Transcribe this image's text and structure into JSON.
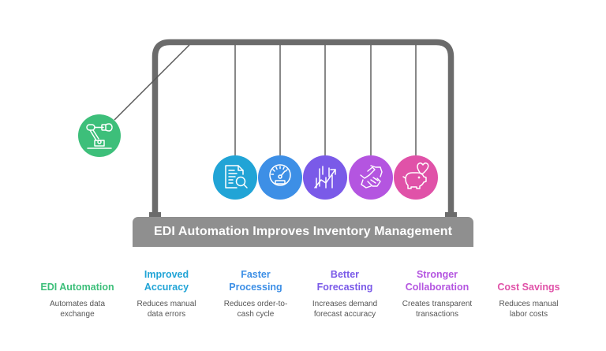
{
  "title": "EDI Automation Improves Inventory Management",
  "colors": {
    "frame": "#6b6b6b",
    "base": "#8f8f8f",
    "string": "#555555"
  },
  "items": [
    {
      "title_line1": "",
      "title_line2": "EDI Automation",
      "description_line1": "Automates data",
      "description_line2": "exchange",
      "color": "#3dbf7a",
      "icon": "robotic-arm-icon"
    },
    {
      "title_line1": "Improved",
      "title_line2": "Accuracy",
      "description_line1": "Reduces manual",
      "description_line2": "data errors",
      "color": "#21a4d6",
      "icon": "document-search-icon"
    },
    {
      "title_line1": "Faster",
      "title_line2": "Processing",
      "description_line1": "Reduces order-to-",
      "description_line2": "cash cycle",
      "color": "#3d8fe6",
      "icon": "speedometer-icon"
    },
    {
      "title_line1": "Better",
      "title_line2": "Forecasting",
      "description_line1": "Increases demand",
      "description_line2": "forecast accuracy",
      "color": "#7a5ae8",
      "icon": "trending-chart-icon"
    },
    {
      "title_line1": "Stronger",
      "title_line2": "Collaboration",
      "description_line1": "Creates transparent",
      "description_line2": "transactions",
      "color": "#b455e0",
      "icon": "handshake-icon"
    },
    {
      "title_line1": "",
      "title_line2": "Cost Savings",
      "description_line1": "Reduces manual",
      "description_line2": "labor costs",
      "color": "#e052a8",
      "icon": "piggy-bank-icon"
    }
  ]
}
